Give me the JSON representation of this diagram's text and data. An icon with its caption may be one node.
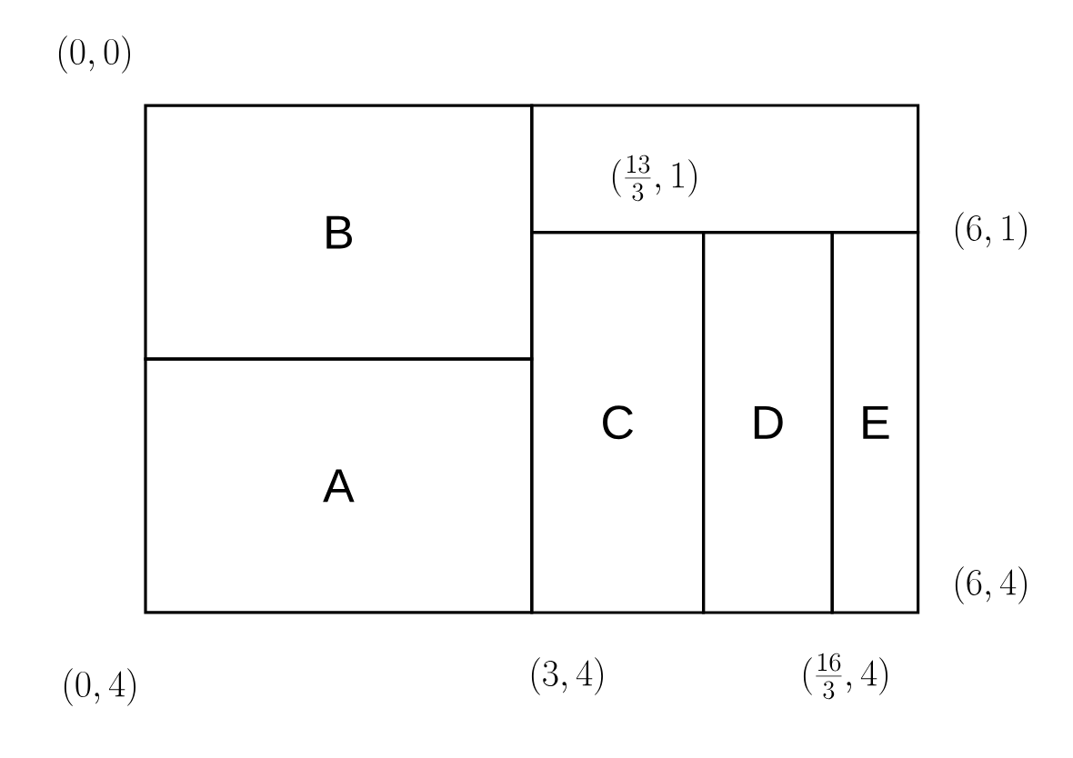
{
  "diagram": {
    "nodes": [
      {
        "text": [
          "B"
        ]
      },
      {
        "text": [],
        "shape": "box"
      },
      {
        "text": [
          "A"
        ]
      },
      {
        "text": [
          "C"
        ]
      },
      {
        "text": [
          "D"
        ]
      },
      {
        "text": [
          "E"
        ]
      }
    ],
    "labels": [
      "(0,0)",
      "(\\frac{13}{3},1)",
      "(6,1)",
      "(6,4)",
      "(0,4)",
      "(3,4)",
      "(\\frac{16}{3},4)"
    ]
  }
}
